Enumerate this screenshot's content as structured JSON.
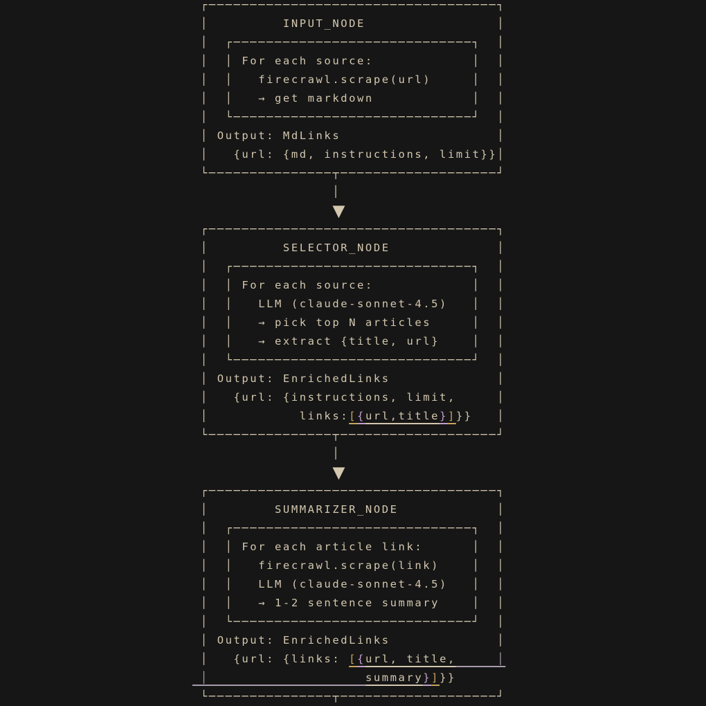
{
  "palette": {
    "background": "#161616",
    "foreground": "#d3c7af",
    "bracket_gold": "#c9a25c",
    "brace_purple": "#c2a0cb",
    "dim_underline": "#a89cab"
  },
  "diagram": {
    "arrow_glyph": "▼",
    "nodes": [
      {
        "id": "input-node",
        "label": "INPUT_NODE"
      },
      {
        "id": "selector-node",
        "label": "SELECTOR_NODE"
      },
      {
        "id": "summarizer-node",
        "label": "SUMMARIZER_NODE"
      }
    ],
    "blocks": [
      {
        "id": "input-node",
        "rows": [
          [
            [
              " ┌───────────────────────────────────┐",
              ""
            ]
          ],
          [
            [
              " │         INPUT_NODE                │",
              ""
            ]
          ],
          [
            [
              " │  ┌─────────────────────────────┐  │",
              ""
            ]
          ],
          [
            [
              " │  │ For each source:            │  │",
              ""
            ]
          ],
          [
            [
              " │  │   firecrawl.scrape(url)     │  │",
              ""
            ]
          ],
          [
            [
              " │  │   → get markdown            │  │",
              ""
            ]
          ],
          [
            [
              " │  └─────────────────────────────┘  │",
              ""
            ]
          ],
          [
            [
              " │ Output: MdLinks                   │",
              ""
            ]
          ],
          [
            [
              " │   {url: {md, instructions, limit}}│",
              ""
            ]
          ],
          [
            [
              " └───────────────┬───────────────────┘",
              ""
            ]
          ]
        ]
      },
      {
        "id": "connector-1",
        "rows": [
          [
            [
              "                 │",
              ""
            ]
          ],
          [
            [
              "                 ",
              ""
            ],
            [
              "▼",
              "b"
            ]
          ]
        ]
      },
      {
        "id": "selector-node",
        "rows": [
          [
            [
              " ┌───────────────────────────────────┐",
              ""
            ]
          ],
          [
            [
              " │         SELECTOR_NODE             │",
              ""
            ]
          ],
          [
            [
              " │  ┌─────────────────────────────┐  │",
              ""
            ]
          ],
          [
            [
              " │  │ For each source:            │  │",
              ""
            ]
          ],
          [
            [
              " │  │   LLM (claude-sonnet-4.5)   │  │",
              ""
            ]
          ],
          [
            [
              " │  │   → pick top N articles     │  │",
              ""
            ]
          ],
          [
            [
              " │  │   → extract {title, url}    │  │",
              ""
            ]
          ],
          [
            [
              " │  └─────────────────────────────┘  │",
              ""
            ]
          ],
          [
            [
              " │ Output: EnrichedLinks             │",
              ""
            ]
          ],
          [
            [
              " │   {url: {instructions, limit,     │",
              ""
            ]
          ],
          [
            [
              " │           links:",
              ""
            ],
            [
              "[",
              "ug"
            ],
            [
              "{",
              "up"
            ],
            [
              "url,title",
              "u"
            ],
            [
              "}",
              "up"
            ],
            [
              "]",
              "ug"
            ],
            [
              "}}",
              ""
            ],
            [
              "   │",
              ""
            ]
          ],
          [
            [
              " └───────────────┬───────────────────┘",
              ""
            ]
          ]
        ]
      },
      {
        "id": "connector-2",
        "rows": [
          [
            [
              "                 │",
              ""
            ]
          ],
          [
            [
              "                 ",
              ""
            ],
            [
              "▼",
              "b"
            ]
          ]
        ]
      },
      {
        "id": "summarizer-node",
        "rows": [
          [
            [
              " ┌───────────────────────────────────┐",
              ""
            ]
          ],
          [
            [
              " │        SUMMARIZER_NODE            │",
              ""
            ]
          ],
          [
            [
              " │  ┌─────────────────────────────┐  │",
              ""
            ]
          ],
          [
            [
              " │  │ For each article link:      │  │",
              ""
            ]
          ],
          [
            [
              " │  │   firecrawl.scrape(link)    │  │",
              ""
            ]
          ],
          [
            [
              " │  │   LLM (claude-sonnet-4.5)   │  │",
              ""
            ]
          ],
          [
            [
              " │  │   → 1-2 sentence summary    │  │",
              ""
            ]
          ],
          [
            [
              " │  └─────────────────────────────┘  │",
              ""
            ]
          ],
          [
            [
              " │ Output: EnrichedLinks             │",
              ""
            ]
          ],
          [
            [
              " │   {url: {links: ",
              ""
            ],
            [
              "[",
              "ug"
            ],
            [
              "{",
              "up"
            ],
            [
              "url, title,",
              "u"
            ],
            [
              "     │",
              "ud"
            ]
          ],
          [
            [
              " │                   ",
              "ud"
            ],
            [
              "summary",
              "u"
            ],
            [
              "}",
              "up"
            ],
            [
              "]",
              "ug"
            ],
            [
              "}}",
              ""
            ]
          ],
          [
            [
              " └───────────────┬───────────────────┘",
              ""
            ]
          ]
        ]
      }
    ]
  }
}
